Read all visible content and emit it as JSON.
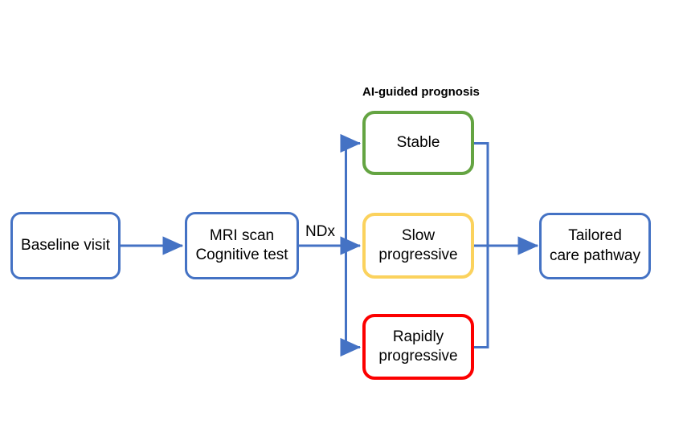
{
  "diagram": {
    "title_caption": "AI-guided prognosis",
    "colors": {
      "blue": "#4472c4",
      "green": "#64a442",
      "yellow": "#fbd25d",
      "red": "#fc0000",
      "background": "#ffffff",
      "text": "#000000"
    },
    "nodes": {
      "baseline": "Baseline visit",
      "assessment": "MRI scan\nCognitive test",
      "stable": "Stable",
      "slow": "Slow\nprogressive",
      "rapid": "Rapidly\nprogressive",
      "outcome": "Tailored\ncare pathway"
    },
    "edge_labels": {
      "ndx": "NDx"
    }
  }
}
